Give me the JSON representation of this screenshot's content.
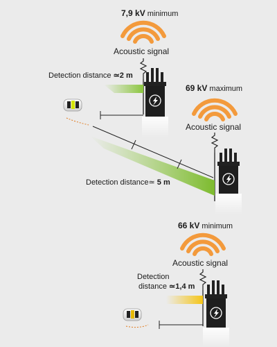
{
  "scenario_top": {
    "voltage_value": "7,9 kV",
    "voltage_qualifier": "minimum",
    "signal_label": "Acoustic signal",
    "distance_label": "Detection distance",
    "distance_value": "≃2 m"
  },
  "scenario_middle": {
    "voltage_value": "69 kV",
    "voltage_qualifier": "maximum",
    "signal_label": "Acoustic signal",
    "distance_label": "Detection distance≃",
    "distance_value": "5 m"
  },
  "scenario_bottom": {
    "voltage_value": "66 kV",
    "voltage_qualifier": "minimum",
    "signal_label": "Acoustic signal",
    "distance_label_line1": "Detection",
    "distance_label_line2": "distance",
    "distance_value": "≃1,4 m"
  },
  "colors": {
    "signal_arcs": "#f39a3c",
    "beam_green": "#8cc63f",
    "beam_yellow": "#f5c518",
    "transformer": "#222222",
    "background": "#ebebeb"
  },
  "icons": [
    "acoustic-wave-icon",
    "lightning-bolt-icon",
    "transformer-icon",
    "detector-device-icon"
  ]
}
